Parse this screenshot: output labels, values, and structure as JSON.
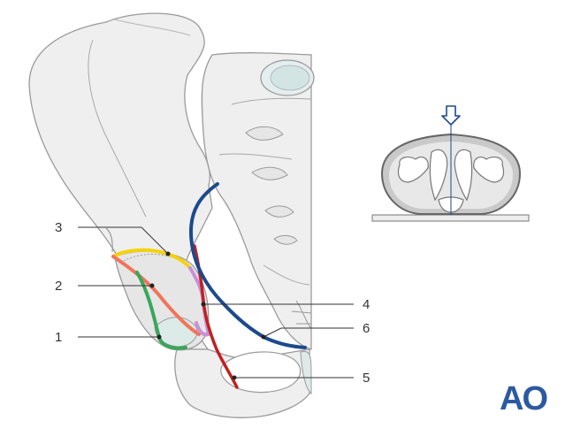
{
  "labels": {
    "l1": "1",
    "l2": "2",
    "l3": "3",
    "l4": "4",
    "l5": "5",
    "l6": "6"
  },
  "logo": "AO",
  "icons": {
    "view": "down-arrow-icon"
  },
  "colors": {
    "green_line": "#3aa65a",
    "orange_line": "#f0745a",
    "yellow_line": "#f5d20a",
    "purple_line": "#c890d8",
    "red_line": "#c02020",
    "blue_line": "#1c4a8c",
    "bone_fill": "#efefef",
    "bone_outline": "#999999",
    "logo": "#2c5aa0"
  }
}
